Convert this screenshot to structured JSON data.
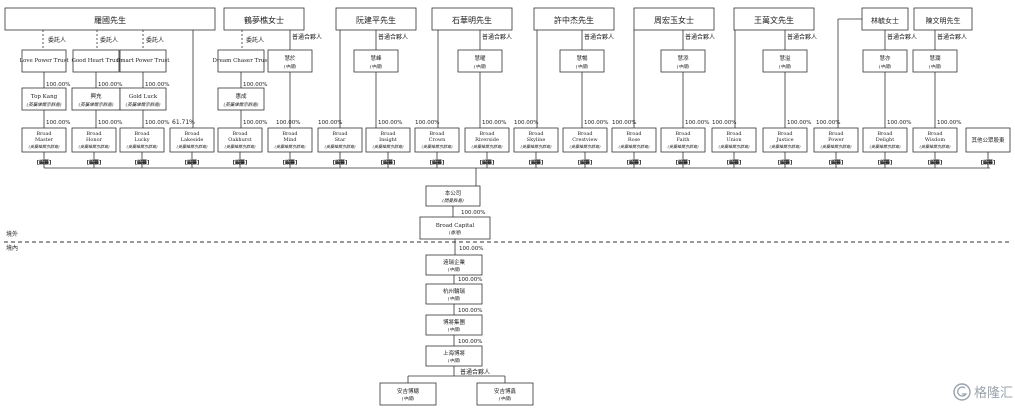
{
  "top_persons": {
    "luo": "羅國先生",
    "sun": "鶴夢樵女士",
    "ruan": "阮建平先生",
    "shi": "石華明先生",
    "xu": "許中杰先生",
    "zhou": "周宏玉女士",
    "wang": "王萬文先生",
    "lin": "林毓女士",
    "chen": "陳文明先生"
  },
  "trusts": {
    "love": "Love Power Trust",
    "good": "Good Heart Trust",
    "smart": "Smart Power Trust",
    "dream": "Dream Chaser Trust"
  },
  "holdcos": {
    "top": {
      "name": "Top Kang",
      "sub": "(英屬維爾京群島)"
    },
    "xinglong": {
      "name": "興充",
      "sub": "(英屬維爾京群島)"
    },
    "gold": {
      "name": "Gold Luck",
      "sub": "(英屬維爾京群島)"
    },
    "huicheng": {
      "name": "惠成",
      "sub": "(英屬維爾京群島)"
    }
  },
  "prc_partnerships": {
    "hui1": {
      "name": "慧於",
      "sub": "(中國)"
    },
    "hui2": {
      "name": "慧峰",
      "sub": "(中國)"
    },
    "hui3": {
      "name": "慧曜",
      "sub": "(中國)"
    },
    "hui4": {
      "name": "慧暢",
      "sub": "(中國)"
    },
    "hui5": {
      "name": "慧添",
      "sub": "(中國)"
    },
    "hui6": {
      "name": "慧溢",
      "sub": "(中國)"
    },
    "hui7": {
      "name": "慧亦",
      "sub": "(中國)"
    },
    "hui8": {
      "name": "慧瀾",
      "sub": "(中國)"
    }
  },
  "broad_entities": [
    {
      "name": "Broad Master",
      "sub": "(英屬維爾京群島)"
    },
    {
      "name": "Broad Honor",
      "sub": "(英屬維爾京群島)"
    },
    {
      "name": "Broad Lucky",
      "sub": "(英屬維爾京群島)"
    },
    {
      "name": "Broad Lakeside",
      "sub": "(英屬維爾京群島)"
    },
    {
      "name": "Broad Oakhurst",
      "sub": "(英屬維爾京群島)"
    },
    {
      "name": "Broad Mind",
      "sub": "(英屬維爾京群島)"
    },
    {
      "name": "Broad Star",
      "sub": "(英屬維爾京群島)"
    },
    {
      "name": "Broad Insight",
      "sub": "(英屬維爾京群島)"
    },
    {
      "name": "Broad Crown",
      "sub": "(英屬維爾京群島)"
    },
    {
      "name": "Broad Riverside",
      "sub": "(英屬維爾京群島)"
    },
    {
      "name": "Broad Skyline",
      "sub": "(英屬維爾京群島)"
    },
    {
      "name": "Broad Crestview",
      "sub": "(英屬維爾京群島)"
    },
    {
      "name": "Broad Rose",
      "sub": "(英屬維爾京群島)"
    },
    {
      "name": "Broad Faith",
      "sub": "(英屬維爾京群島)"
    },
    {
      "name": "Broad Union",
      "sub": "(英屬維爾京群島)"
    },
    {
      "name": "Broad Justice",
      "sub": "(英屬維爾京群島)"
    },
    {
      "name": "Broad Power",
      "sub": "(英屬維爾京群島)"
    },
    {
      "name": "Broad Delight",
      "sub": "(英屬維爾京群島)"
    },
    {
      "name": "Broad Wisdom",
      "sub": "(英屬維爾京群島)"
    },
    {
      "name": "其他公眾股東",
      "sub": ""
    }
  ],
  "labels": {
    "settlor": "委託人",
    "gp": "普通合夥人",
    "pct100": "100.00%",
    "pct6171": "61.71%",
    "note_mark": "[編纂]",
    "offshore": "境外",
    "onshore": "境內"
  },
  "core_chain": [
    {
      "name": "本公司",
      "sub": "(開曼群島)"
    },
    {
      "name": "Broad Capital",
      "sub": "(香港)"
    },
    {
      "name": "遠瑞企業",
      "sub": "(中國)"
    },
    {
      "name": "杭州輪瑞",
      "sub": "(中國)"
    },
    {
      "name": "博將集團",
      "sub": "(中國)"
    },
    {
      "name": "上海博將",
      "sub": "(中國)"
    }
  ],
  "bottom_subs": [
    {
      "name": "安吉博驄",
      "sub": "(中國)"
    },
    {
      "name": "安吉博鑫",
      "sub": "(中國)"
    }
  ],
  "watermark": {
    "brand": "格隆汇",
    "icon": "g-icon"
  }
}
